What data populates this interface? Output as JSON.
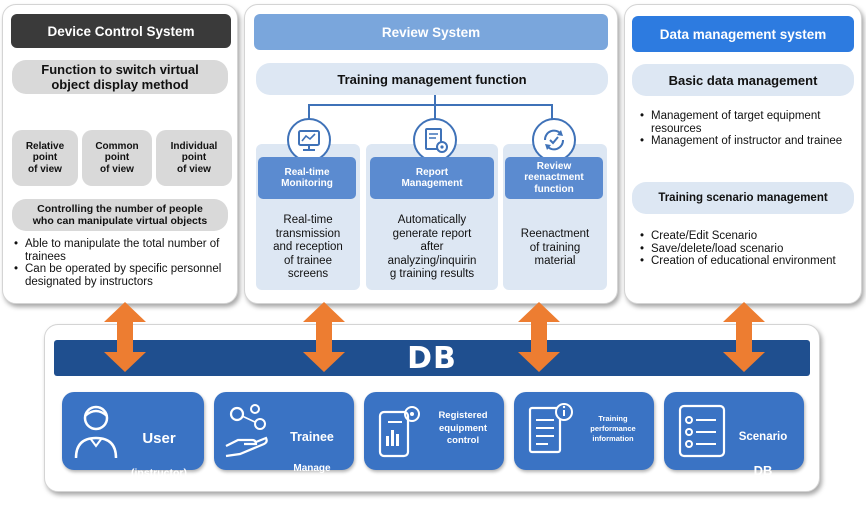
{
  "device_control": {
    "title": "Device Control System",
    "function_title": "Function to switch virtual\nobject display method",
    "views": [
      "Relative\npoint\nof view",
      "Common\npoint\nof view",
      "Individual\npoint\nof view"
    ],
    "people_title": "Controlling the number of people\nwho can manipulate virtual objects",
    "bullets": [
      "Able to manipulate the total number of trainees",
      "Can be operated by specific personnel designated by instructors"
    ]
  },
  "review": {
    "title": "Review System",
    "function_title": "Training management function",
    "columns": [
      {
        "header": "Real-time\nMonitoring",
        "text": "Real-time\ntransmission\nand reception\nof trainee\nscreens",
        "icon": "monitor-chart-icon"
      },
      {
        "header": "Report\nManagement",
        "text": "Automatically\ngenerate report\nafter\nanalyzing/inquirin\ng training results",
        "icon": "report-gear-icon"
      },
      {
        "header": "Review\nreenactment\nfunction",
        "text": "Reenactment\nof training\nmaterial",
        "icon": "refresh-check-icon"
      }
    ]
  },
  "data_mgmt": {
    "title": "Data management system",
    "basic_title": "Basic data management",
    "basic_bullets": [
      "Management of target equipment resources",
      "Management of instructor and trainee"
    ],
    "scenario_title": "Training scenario management",
    "scenario_bullets": [
      "Create/Edit Scenario",
      "Save/delete/load scenario",
      "Creation of educational environment"
    ]
  },
  "db": {
    "title": "DB",
    "items": [
      {
        "label_main": "User",
        "label_sub": "(instructor)",
        "icon": "user-icon"
      },
      {
        "label_main": "Trainee",
        "label_sub": "Manage\nment",
        "icon": "hand-gears-icon"
      },
      {
        "label_main": "Registered\nequipment\ncontrol",
        "label_sub": "",
        "icon": "tablet-chart-icon"
      },
      {
        "label_main": "Training\nperformance\ninformation",
        "label_sub": "",
        "icon": "document-info-icon"
      },
      {
        "label_main": "Scenario",
        "label_sub": "DB",
        "icon": "checklist-icon"
      }
    ]
  },
  "colors": {
    "dark_header": "#3a3a3a",
    "blue_header": "#7aa6dc",
    "bright_blue": "#2d7be0",
    "db_bar": "#1f4f8f",
    "db_item": "#3a73c4",
    "arrow": "#ed7d31"
  }
}
